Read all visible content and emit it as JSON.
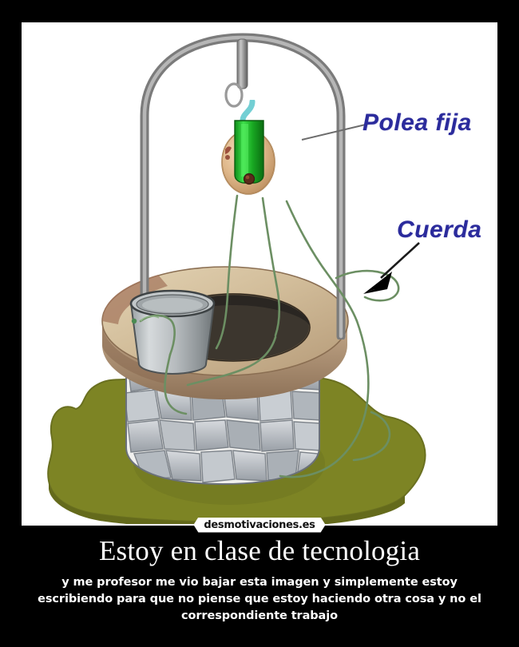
{
  "poster": {
    "background_color": "#000000",
    "frame_border_color": "#ffffff",
    "canvas_color": "#ffffff"
  },
  "watermark": {
    "text": "desmotivaciones.es"
  },
  "caption": {
    "title": "Estoy en clase de tecnologia",
    "subtitle": "y me profesor me vio bajar esta imagen y simplemente estoy escribiendo para que no piense que estoy haciendo otra cosa y no el correspondiente trabajo"
  },
  "illustration": {
    "description": "Diagrama de un pozo con polea fija y cuerda",
    "labels": [
      {
        "id": "polea-fija",
        "text": "Polea fija",
        "color": "#2b2b9c"
      },
      {
        "id": "cuerda",
        "text": "Cuerda",
        "color": "#2b2b9c"
      }
    ],
    "parts": {
      "grass_color": "#7d8424",
      "grass_shadow_color": "#5f6519",
      "stone_color": "#c3c7cc",
      "stone_dark_color": "#9a9fa6",
      "mortar_color": "#f2f2f0",
      "rim_color": "#d2bd9a",
      "rim_shadow_color": "#a98b6d",
      "rim_hole_color": "#2a2622",
      "arch_color": "#8a8a8a",
      "arch_light_color": "#b9b9b9",
      "pulley_wheel_color": "#e0b98c",
      "pulley_bracket_color": "#22b52a",
      "hook_color": "#73cfd4",
      "bucket_color": "#b9bcbd",
      "bucket_dark_color": "#6f7477",
      "rope_color": "#6c8f63",
      "arrow_color": "#000000"
    }
  }
}
